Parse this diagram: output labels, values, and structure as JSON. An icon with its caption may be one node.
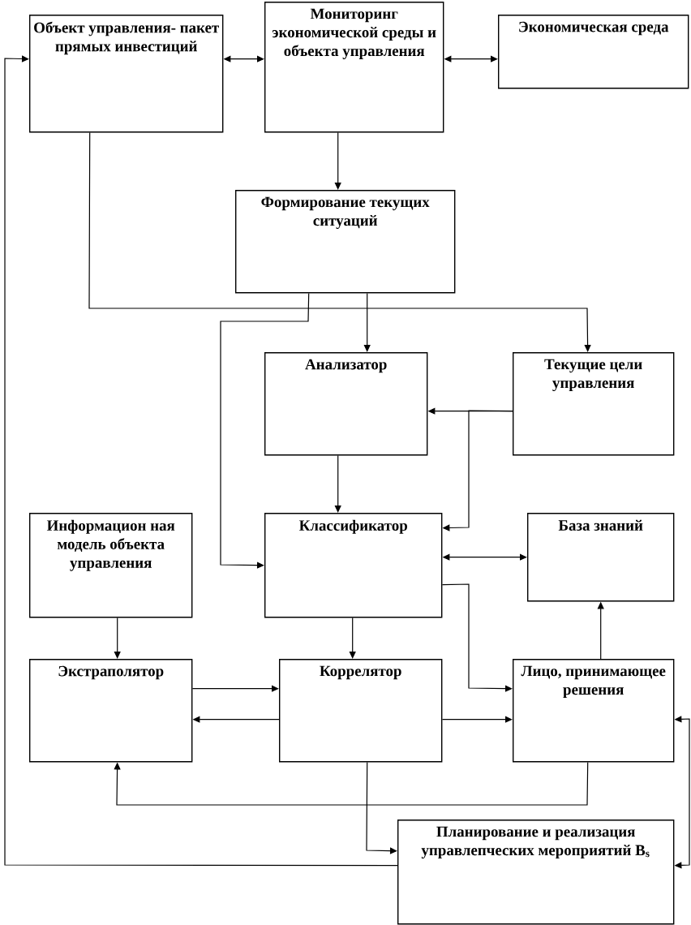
{
  "diagram": {
    "nodes": [
      {
        "text": [
          "Объект управления- пакет прямых инвестиций"
        ]
      },
      {
        "text": [
          "Мониторинг экономической среды и объекта управления"
        ]
      },
      {
        "text": [
          "Экономическая среда"
        ]
      },
      {
        "text": [
          "Формирование текущих ситуаций"
        ]
      },
      {
        "text": [
          "Анализатор"
        ]
      },
      {
        "text": [
          "Текущие цели управления"
        ]
      },
      {
        "text": [
          "Информацион ная модель объекта управления"
        ]
      },
      {
        "text": [
          "Классификатор"
        ]
      },
      {
        "text": [
          "База знаний"
        ]
      },
      {
        "text": [
          "Экстраполятор"
        ]
      },
      {
        "text": [
          "Коррелятор"
        ]
      },
      {
        "text": [
          "Лицо, принимающее решения"
        ]
      },
      {
        "text": [
          "Планирование и реализация управлепческих мероприятий В$_{s}$"
        ]
      }
    ],
    "edges": [
      {
        "from": 0,
        "to": 1,
        "arrow": "both"
      },
      {
        "from": 1,
        "to": 2,
        "arrow": "both"
      },
      {
        "from": 1,
        "to": 3,
        "arrow": "to"
      },
      {
        "from": 3,
        "to": 4,
        "arrow": "to"
      },
      {
        "from": 3,
        "to": 7,
        "arrow": "to"
      },
      {
        "from": 0,
        "to": 5,
        "arrow": "to"
      },
      {
        "from": 5,
        "to": 4,
        "arrow": "to"
      },
      {
        "from": 5,
        "to": 7,
        "arrow": "to"
      },
      {
        "from": 4,
        "to": 7,
        "arrow": "to"
      },
      {
        "from": 7,
        "to": 8,
        "arrow": "both"
      },
      {
        "from": 7,
        "to": 11,
        "arrow": "to"
      },
      {
        "from": 6,
        "to": 9,
        "arrow": "to"
      },
      {
        "from": 7,
        "to": 10,
        "arrow": "to"
      },
      {
        "from": 9,
        "to": 10,
        "arrow": "to"
      },
      {
        "from": 10,
        "to": 9,
        "arrow": "to"
      },
      {
        "from": 10,
        "to": 11,
        "arrow": "to"
      },
      {
        "from": 11,
        "to": 8,
        "arrow": "to"
      },
      {
        "from": 11,
        "to": 9,
        "arrow": "to"
      },
      {
        "from": 10,
        "to": 12,
        "arrow": "to"
      },
      {
        "from": 12,
        "to": 11,
        "arrow": "both"
      },
      {
        "from": 12,
        "to": 0,
        "arrow": "to"
      }
    ]
  }
}
